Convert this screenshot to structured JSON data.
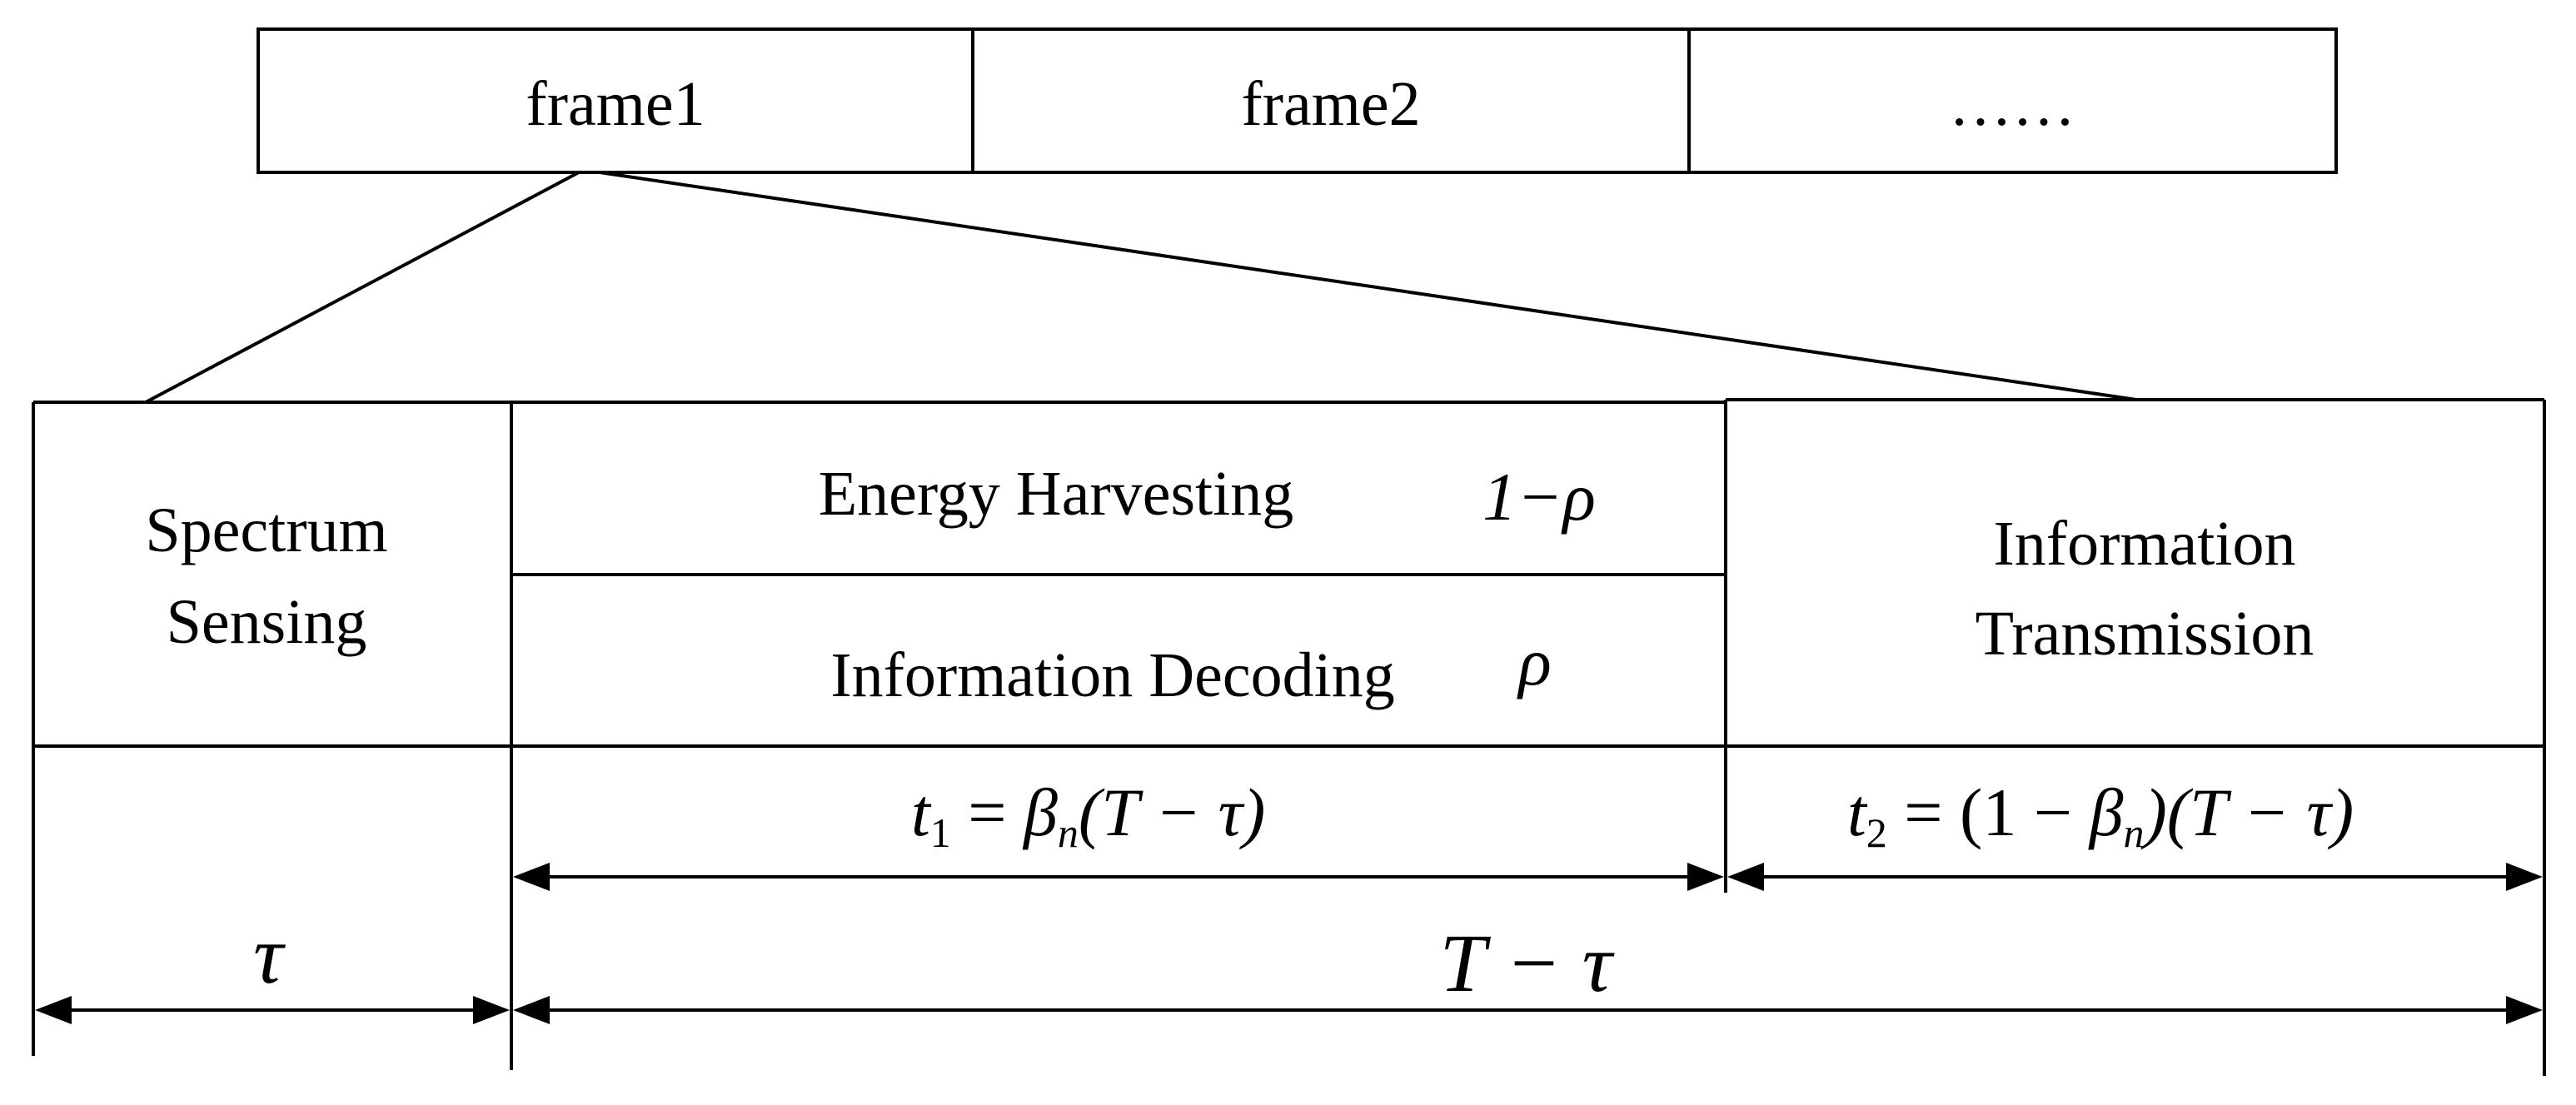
{
  "frames": {
    "frame1": "frame1",
    "frame2": "frame2",
    "more": "……"
  },
  "blocks": {
    "spectrum_line1": "Spectrum",
    "spectrum_line2": "Sensing",
    "energy_label": "Energy Harvesting",
    "energy_factor": "1−ρ",
    "decoding_label": "Information Decoding",
    "decoding_factor": "ρ",
    "info_line1": "Information",
    "info_line2": "Transmission"
  },
  "durations": {
    "tau": "τ",
    "t1_eq_a": "t",
    "t1_sub": "1",
    "t1_eq_b": " = ",
    "t1_beta": "β",
    "t1_n": "n",
    "t1_rest": "(T − τ)",
    "t2_eq_a": "t",
    "t2_sub": "2",
    "t2_eq_b": " = (1 − ",
    "t2_beta": "β",
    "t2_n": "n",
    "t2_rest": ")(T − τ)",
    "total": "T − τ"
  }
}
